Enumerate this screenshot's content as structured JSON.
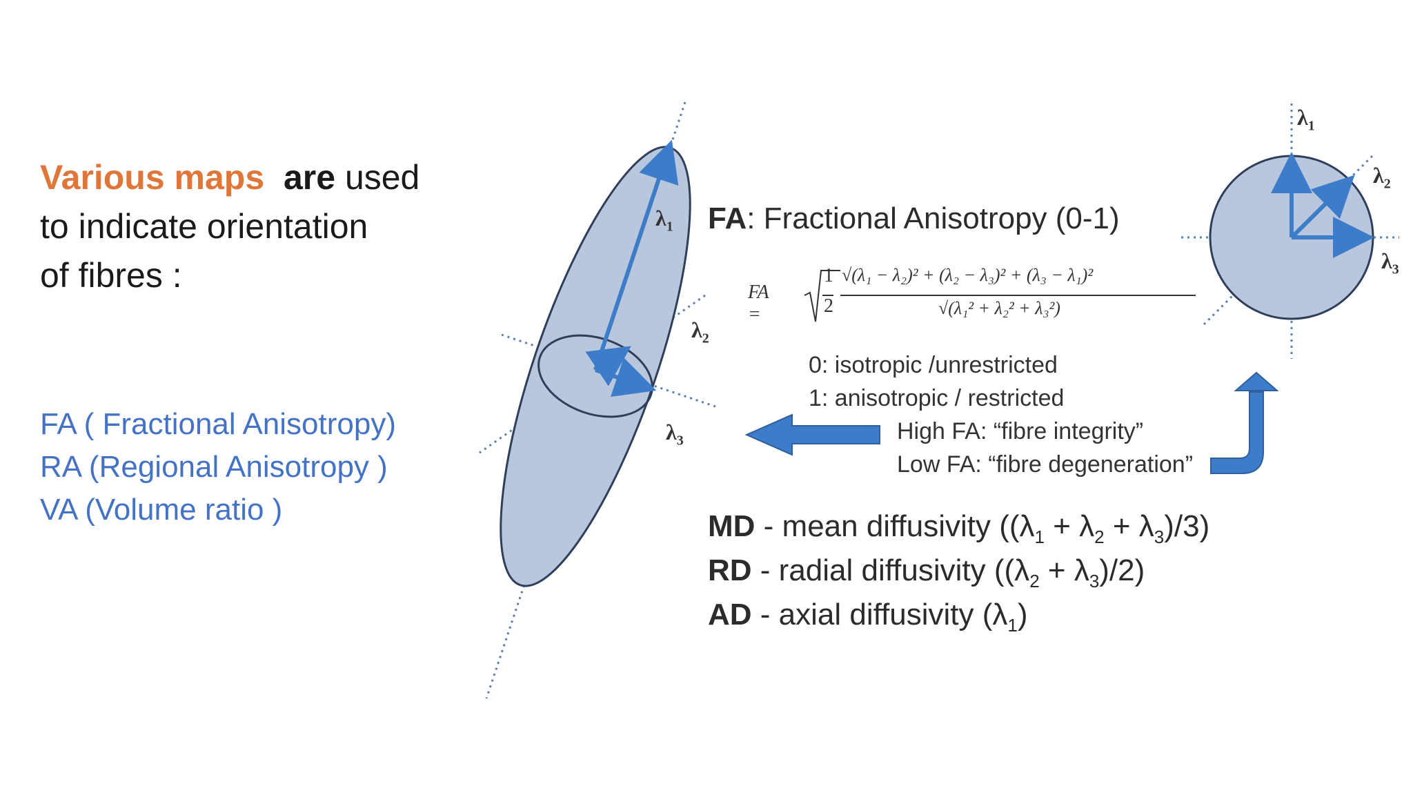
{
  "intro": {
    "highlight": "Various maps",
    "bold_word": "are",
    "rest_line1": "used",
    "line2": "to indicate orientation",
    "line3": "of fibres :"
  },
  "maps": [
    "FA ( Fractional Anisotropy)",
    "RA (Regional Anisotropy )",
    "VA (Volume ratio )"
  ],
  "diagram": {
    "fa_abbr": "FA",
    "fa_title_rest": ": Fractional Anisotropy (0-1)",
    "formula_lhs": "FA =",
    "formula_half_num": "1",
    "formula_half_den": "2",
    "formula_numerator": "√(λ₁ − λ₂)² + (λ₂ − λ₃)² + (λ₃ − λ₁)²",
    "formula_denominator": "√(λ₁² + λ₂² + λ₃²)",
    "desc_0": "0: isotropic /unrestricted",
    "desc_1": "1: anisotropic  / restricted",
    "high_fa": "High FA: “fibre integrity”",
    "low_fa": "Low FA: “fibre degeneration”",
    "md_abbr": "MD",
    "md_text": " - mean diffusivity ((λ",
    "rd_abbr": "RD",
    "rd_text": "  - radial diffusivity ((λ",
    "ad_abbr": "AD",
    "ad_text": "  - axial diffusivity   (λ",
    "lambda": "λ"
  },
  "colors": {
    "accent_orange": "#e0773a",
    "link_blue": "#4472c4",
    "ellipse_fill": "#b9c7dc",
    "ellipse_stroke": "#2f3e5a",
    "arrow_blue": "#3d7cc9"
  },
  "icons": [
    "left-arrow-icon",
    "up-turn-arrow-icon"
  ]
}
